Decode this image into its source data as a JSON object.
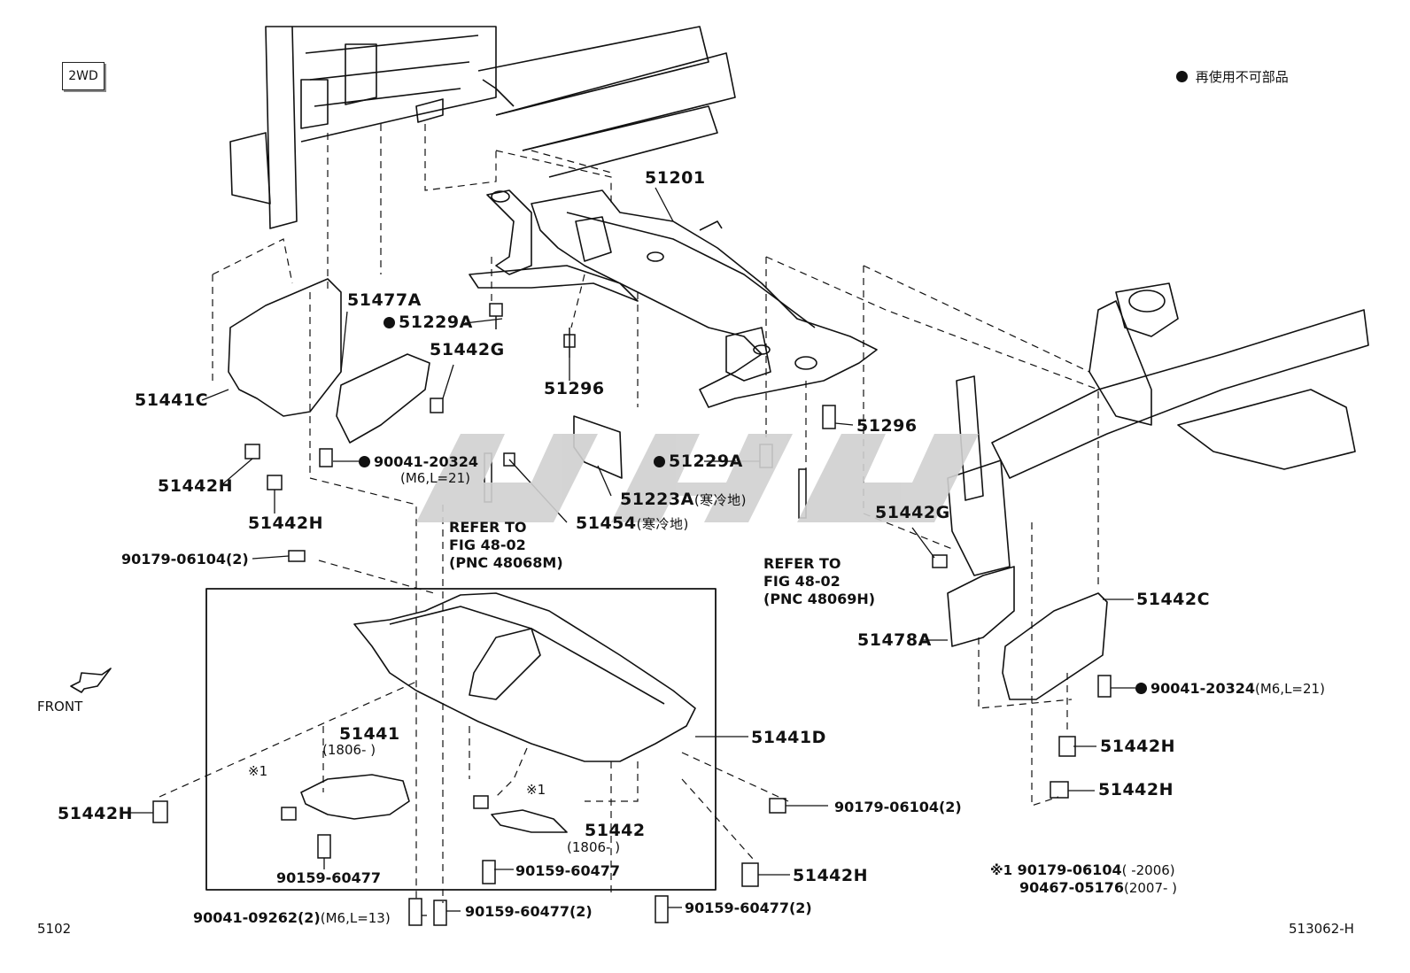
{
  "header": {
    "variant_badge": "2WD",
    "legend_text": "再使用不可部品"
  },
  "footer": {
    "page_ref": "5102",
    "figure_id": "513062-H"
  },
  "front_label": "FRONT",
  "parts": {
    "p51201": "51201",
    "p51477A": "51477A",
    "p51229A_1": "51229A",
    "p51442G_1": "51442G",
    "p51441C": "51441C",
    "p51296_1": "51296",
    "p51296_2": "51296",
    "p51229A_2": "51229A",
    "p90041_20324_1": "90041-20324",
    "p90041_20324_1_spec": "(M6,L=21)",
    "p51223A": "51223A",
    "p51223A_note": "(寒冷地)",
    "p51454": "51454",
    "p51454_note": "(寒冷地)",
    "p51442H_1": "51442H",
    "p51442H_2": "51442H",
    "p51442G_2": "51442G",
    "p51442C": "51442C",
    "p51478A": "51478A",
    "p90041_20324_2": "90041-20324",
    "p90041_20324_2_spec": "(M6,L=21)",
    "p51442H_3": "51442H",
    "p51442H_4": "51442H",
    "p90179_1": "90179-06104(2)",
    "p90179_2": "90179-06104(2)",
    "p51441D": "51441D",
    "p51441": "51441",
    "p51441_date": "(1806-     )",
    "p51442": "51442",
    "p51442_date": "(1806-     )",
    "p51442H_5": "51442H",
    "p51442H_6": "51442H",
    "p90159_1": "90159-60477",
    "p90159_2": "90159-60477",
    "p90041_09262": "90041-09262(2)",
    "p90041_09262_spec": "(M6,L=13)",
    "p90159_3": "90159-60477(2)",
    "p90159_4": "90159-60477(2)",
    "mark_1a": "※1",
    "mark_1b": "※1"
  },
  "refs": {
    "ref_left_1": "REFER TO",
    "ref_left_2": "FIG 48-02",
    "ref_left_3": "(PNC 48068M)",
    "ref_right_1": "REFER TO",
    "ref_right_2": "FIG 48-02",
    "ref_right_3": "(PNC 48069H)"
  },
  "footnote": {
    "mark": "※1",
    "line1_part": "90179-06104",
    "line1_range": "(       -2006)",
    "line2_part": "90467-05176",
    "line2_range": "(2007-       )"
  }
}
